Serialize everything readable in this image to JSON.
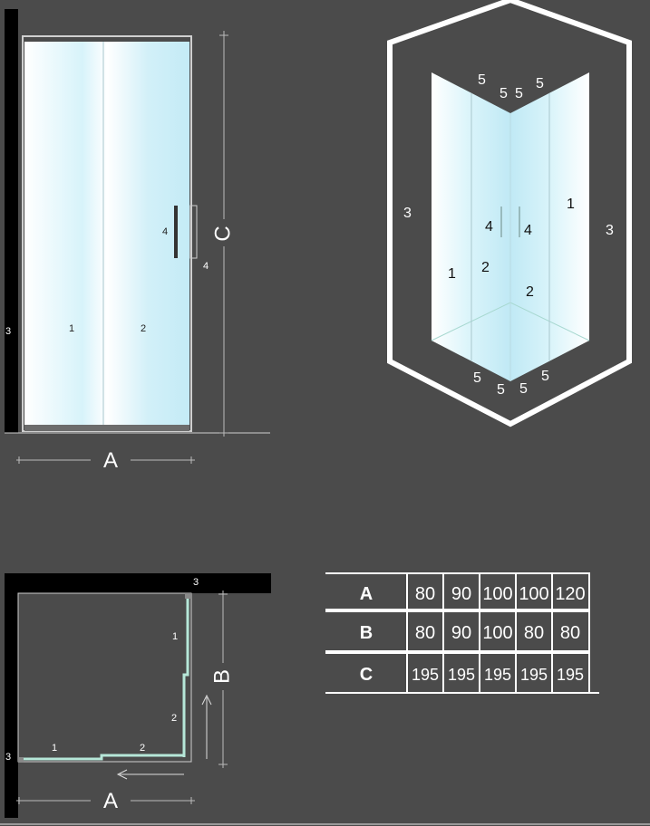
{
  "colors": {
    "background": "#4b4b4b",
    "wall": "#000000",
    "line": "#ffffff",
    "glass_light": "#ffffff",
    "glass_tint": "#c9eef7",
    "glass_floor_edge": "#9fd8cf"
  },
  "front_view": {
    "door_labels": [
      "1",
      "2"
    ],
    "handle_labels": [
      "4",
      "4"
    ],
    "wall_label": "3",
    "dim_width": "A",
    "dim_height": "C"
  },
  "iso_view": {
    "labels_top": [
      "5",
      "5",
      "5",
      "5"
    ],
    "labels_bottom": [
      "5",
      "5",
      "5",
      "5"
    ],
    "wall_labels": [
      "3",
      "3"
    ],
    "panel_labels": [
      "1",
      "2",
      "1",
      "2"
    ],
    "handle_labels": [
      "4",
      "4"
    ]
  },
  "plan_view": {
    "wall_labels": [
      "3",
      "3"
    ],
    "panel_labels": [
      "1",
      "2",
      "1",
      "2"
    ],
    "dim_width": "A",
    "dim_depth": "B"
  },
  "size_table": {
    "rows": [
      {
        "label": "A",
        "values": [
          "80",
          "90",
          "100",
          "100",
          "120"
        ]
      },
      {
        "label": "B",
        "values": [
          "80",
          "90",
          "100",
          "80",
          "80"
        ]
      },
      {
        "label": "C",
        "values": [
          "195",
          "195",
          "195",
          "195",
          "195"
        ]
      }
    ]
  }
}
